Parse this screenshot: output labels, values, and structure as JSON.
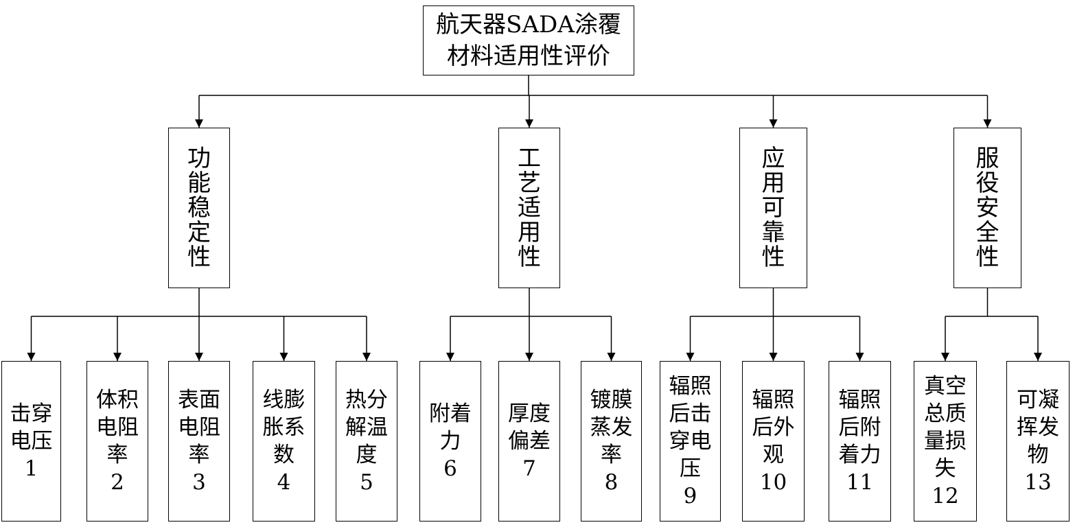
{
  "root": {
    "line1": "航天器SADA涂覆",
    "line2": "材料适用性评价"
  },
  "categories": [
    {
      "id": "func",
      "label": [
        "功",
        "能",
        "稳",
        "定",
        "性"
      ]
    },
    {
      "id": "proc",
      "label": [
        "工",
        "艺",
        "适",
        "用",
        "性"
      ]
    },
    {
      "id": "rel",
      "label": [
        "应",
        "用",
        "可",
        "靠",
        "性"
      ]
    },
    {
      "id": "safe",
      "label": [
        "服",
        "役",
        "安",
        "全",
        "性"
      ]
    }
  ],
  "leaves": [
    {
      "parent": "func",
      "lines": [
        "击穿",
        "电压",
        "1"
      ]
    },
    {
      "parent": "func",
      "lines": [
        "体积",
        "电阻",
        "率",
        "2"
      ]
    },
    {
      "parent": "func",
      "lines": [
        "表面",
        "电阻",
        "率",
        "3"
      ]
    },
    {
      "parent": "func",
      "lines": [
        "线膨",
        "胀系",
        "数",
        "4"
      ]
    },
    {
      "parent": "func",
      "lines": [
        "热分",
        "解温",
        "度",
        "5"
      ]
    },
    {
      "parent": "proc",
      "lines": [
        "附着",
        "力",
        "6"
      ]
    },
    {
      "parent": "proc",
      "lines": [
        "厚度",
        "偏差",
        "7"
      ]
    },
    {
      "parent": "proc",
      "lines": [
        "镀膜",
        "蒸发",
        "率",
        "8"
      ]
    },
    {
      "parent": "rel",
      "lines": [
        "辐照",
        "后击",
        "穿电",
        "压",
        "9"
      ]
    },
    {
      "parent": "rel",
      "lines": [
        "辐照",
        "后外",
        "观",
        "10"
      ]
    },
    {
      "parent": "rel",
      "lines": [
        "辐照",
        "后附",
        "着力",
        "11"
      ]
    },
    {
      "parent": "safe",
      "lines": [
        "真空",
        "总质",
        "量损",
        "失",
        "12"
      ]
    },
    {
      "parent": "safe",
      "lines": [
        "可凝",
        "挥发",
        "物",
        "13"
      ]
    }
  ]
}
